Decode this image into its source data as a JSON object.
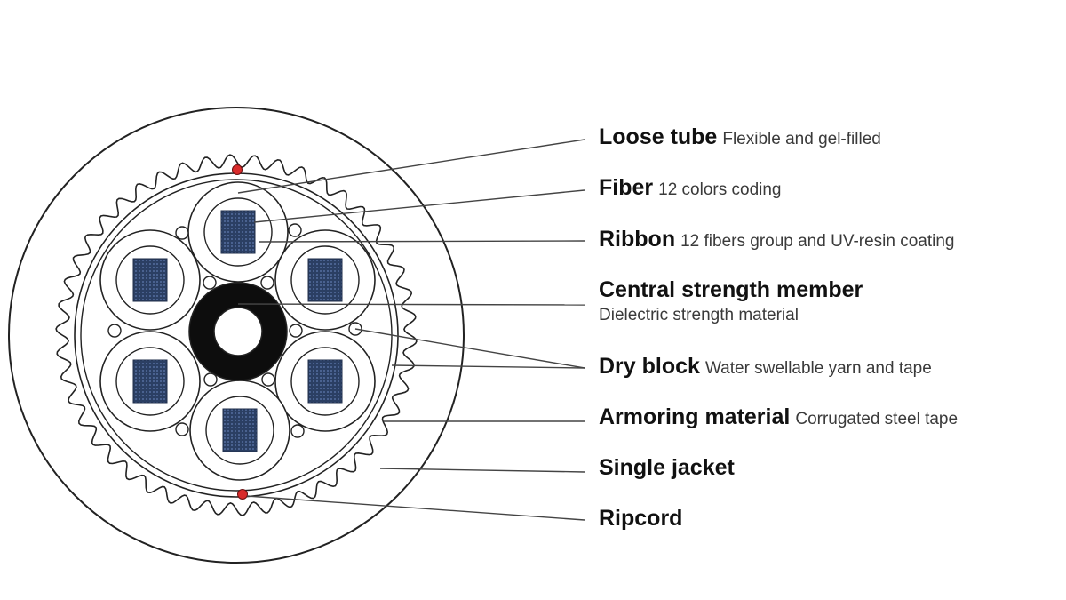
{
  "labels": [
    {
      "key": "loose_tube",
      "title": "Loose tube",
      "desc": "Flexible and gel-filled"
    },
    {
      "key": "fiber",
      "title": "Fiber",
      "desc": "12 colors coding"
    },
    {
      "key": "ribbon",
      "title": "Ribbon",
      "desc": "12 fibers group and UV-resin coating"
    },
    {
      "key": "central_strength_member",
      "title": "Central strength member",
      "desc": "Dielectric strength material"
    },
    {
      "key": "dry_block",
      "title": "Dry block",
      "desc": "Water swellable yarn and tape"
    },
    {
      "key": "armoring_material",
      "title": "Armoring material",
      "desc": "Corrugated steel tape"
    },
    {
      "key": "single_jacket",
      "title": "Single jacket",
      "desc": ""
    },
    {
      "key": "ripcord",
      "title": "Ripcord",
      "desc": ""
    }
  ],
  "colors": {
    "outline": "#222222",
    "ribbon_fill": "#2b3f63",
    "central_member": "#0d0d0d",
    "ripcord": "#d92b2b",
    "line": "#444444"
  }
}
